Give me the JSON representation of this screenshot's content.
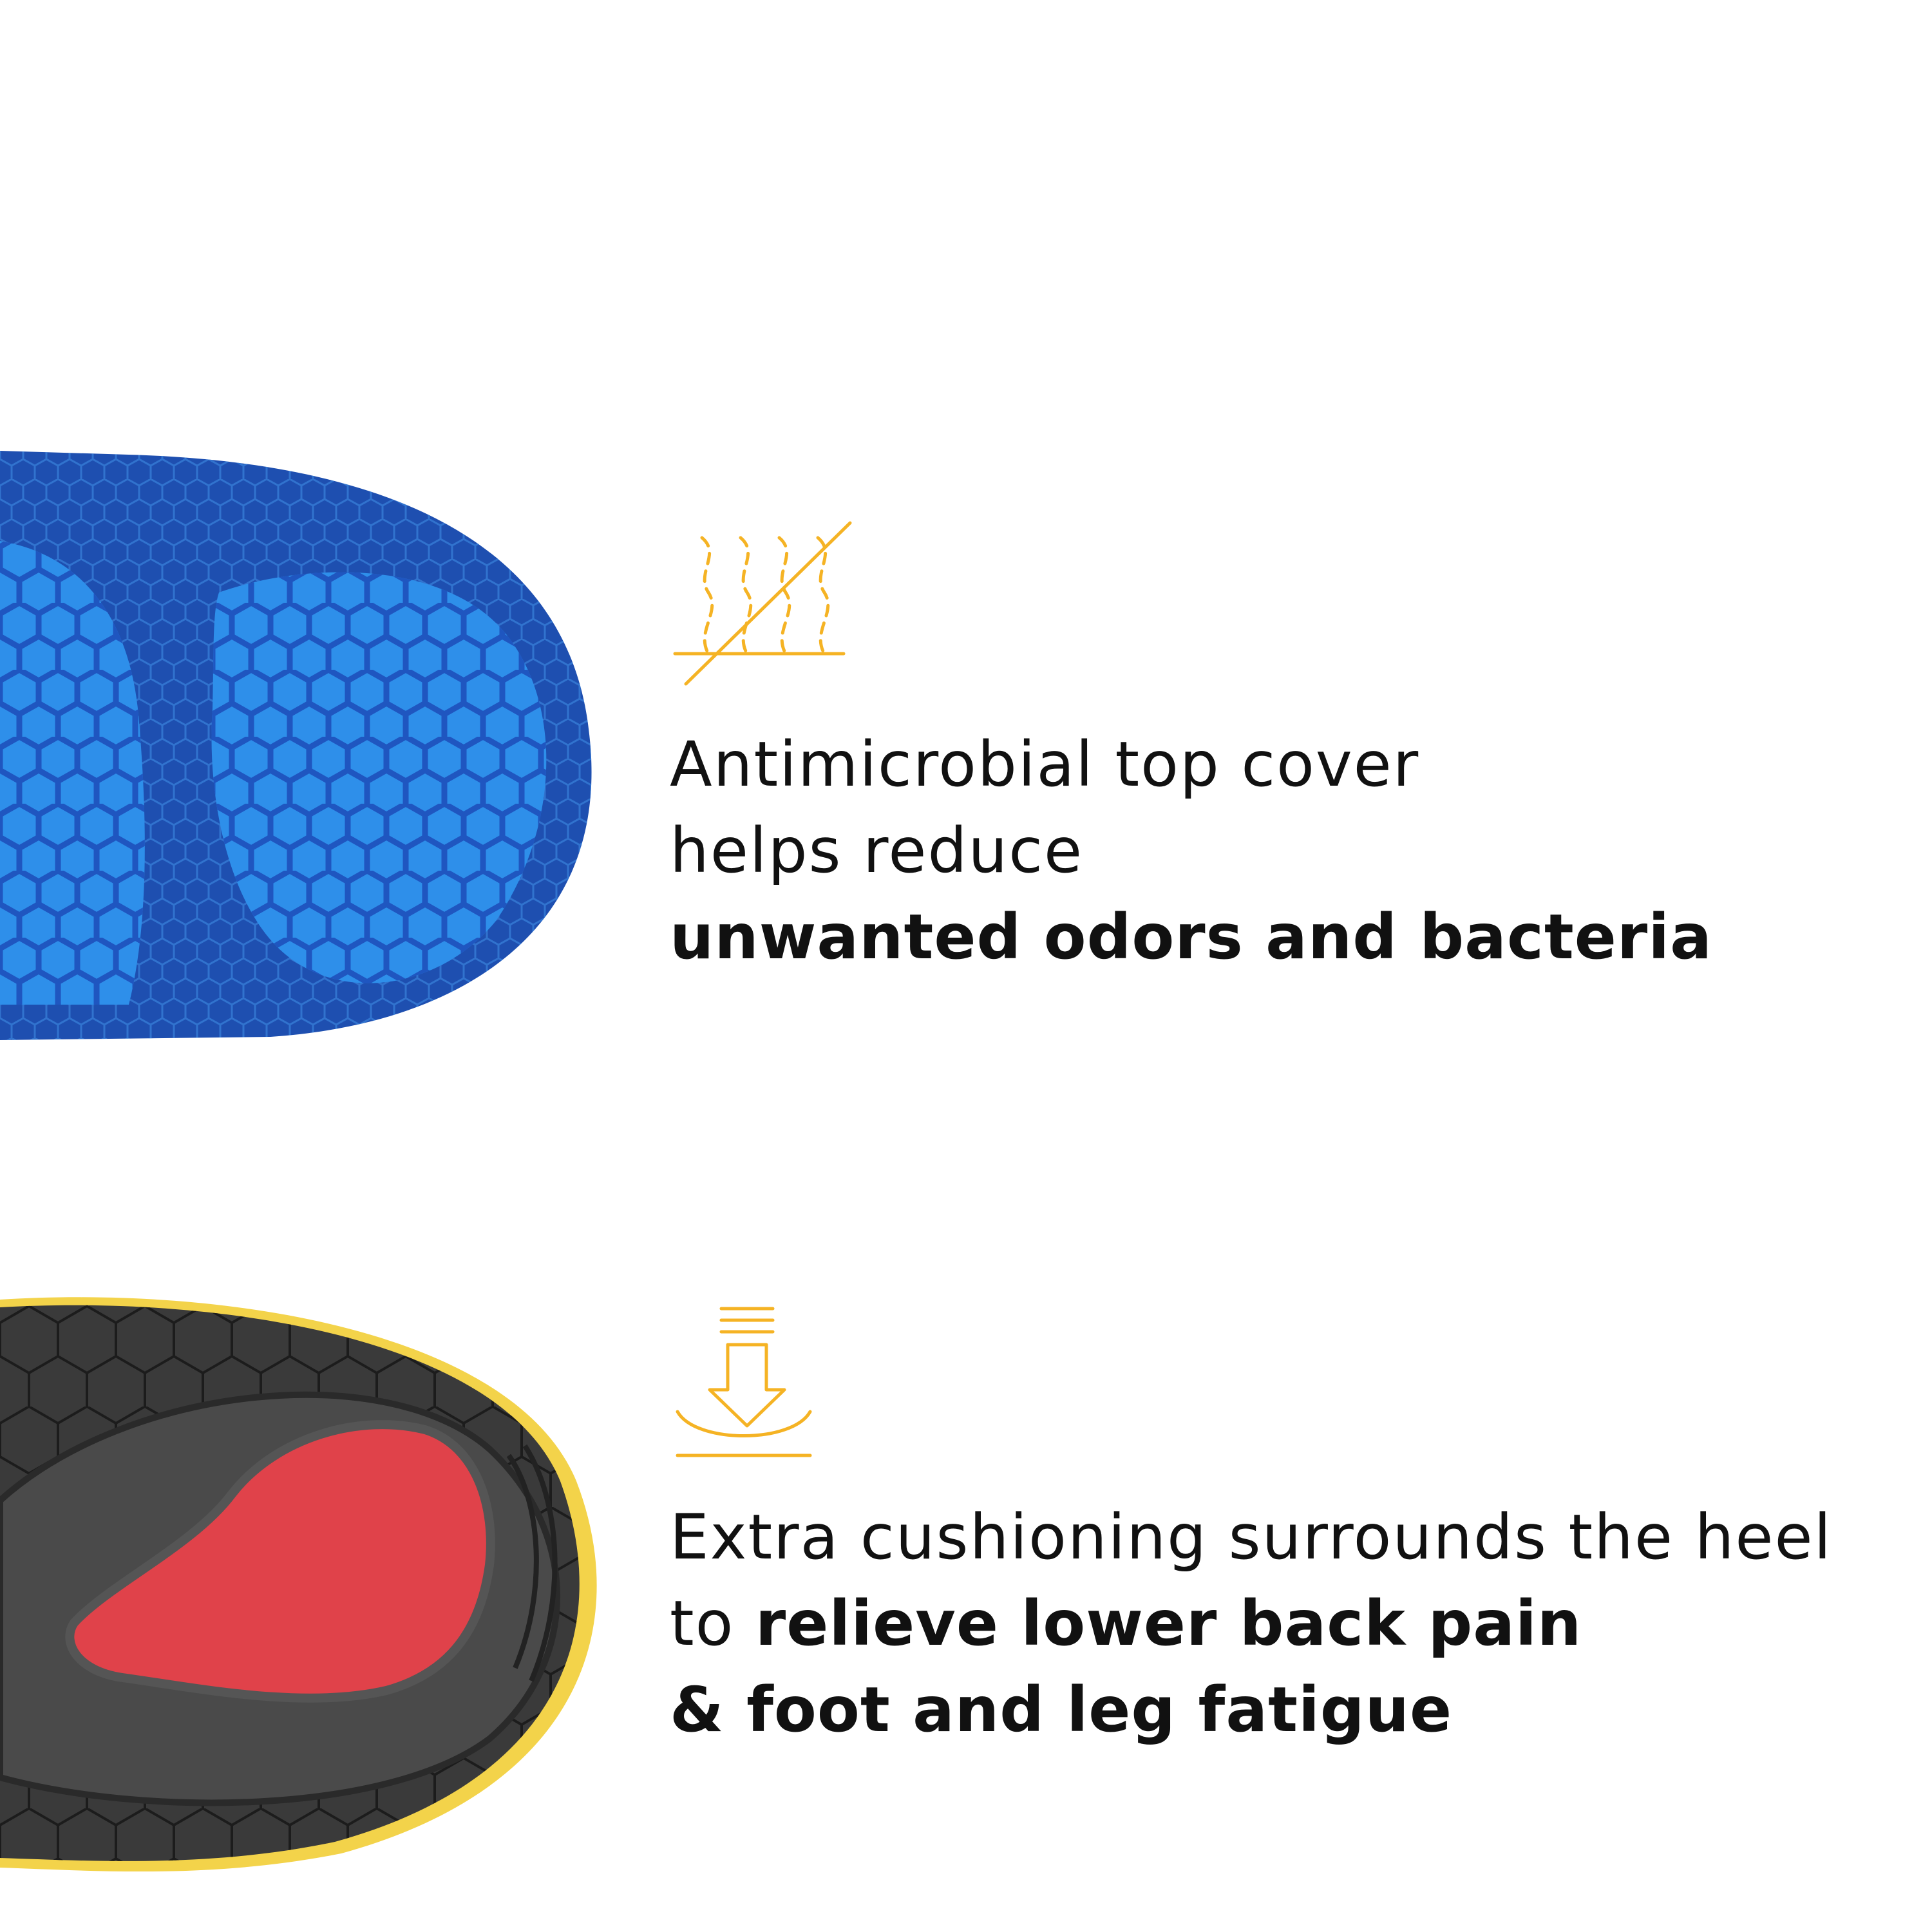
{
  "colors": {
    "accent": "#F5B324",
    "text": "#111111",
    "background": "#FFFFFF",
    "insole_blue_dark": "#1E4FB0",
    "insole_blue_light": "#2E8FEA",
    "insole_gray": "#3A3A3A",
    "heel_pad_red": "#E0424A",
    "insole_edge_yellow": "#F3D34A"
  },
  "images": {
    "top": "blue-insole-forefoot-image",
    "bottom": "gray-insole-heel-image"
  },
  "features": [
    {
      "icon": "antimicrobial-odor-icon",
      "line1": "Antimicrobial top cover",
      "line2": "helps reduce",
      "line3_bold": "unwanted odors and bacteria"
    },
    {
      "icon": "heel-cushion-icon",
      "line1": "Extra cushioning surrounds the heel",
      "line2_prefix": "to ",
      "line2_bold": "relieve lower back pain",
      "line3_bold": "& foot and leg fatigue"
    }
  ]
}
